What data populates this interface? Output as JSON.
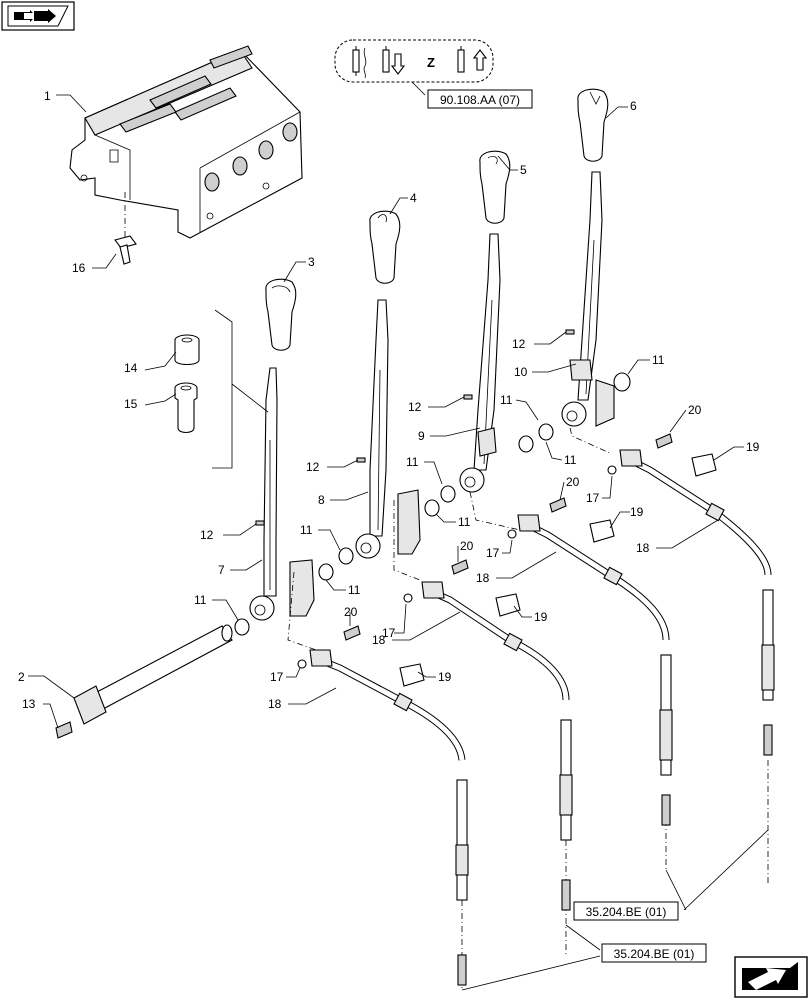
{
  "nav": {
    "top_icon": "back-book-icon",
    "bottom_icon": "next-page-arrow-icon"
  },
  "legend": {
    "letter": "Z",
    "icons": [
      "hydraulic-cylinder-icon",
      "cylinder-retract-icon",
      "cylinder-extend-icon"
    ]
  },
  "references": {
    "top": "90.108.AA (07)",
    "bottom_right": "35.204.BE (01)",
    "bottom_left": "35.204.BE (01)"
  },
  "callouts": {
    "c1": "1",
    "c2": "2",
    "c3": "3",
    "c4": "4",
    "c5": "5",
    "c6": "6",
    "c7": "7",
    "c8": "8",
    "c9": "9",
    "c10": "10",
    "c11a": "11",
    "c11b": "11",
    "c11c": "11",
    "c11d": "11",
    "c11e": "11",
    "c11f": "11",
    "c11g": "11",
    "c11h": "11",
    "c12a": "12",
    "c12b": "12",
    "c12c": "12",
    "c12d": "12",
    "c13": "13",
    "c14": "14",
    "c15": "15",
    "c16": "16",
    "c17a": "17",
    "c17b": "17",
    "c17c": "17",
    "c17d": "17",
    "c18a": "18",
    "c18b": "18",
    "c18c": "18",
    "c18d": "18",
    "c19a": "19",
    "c19b": "19",
    "c19c": "19",
    "c19d": "19",
    "c20a": "20",
    "c20b": "20",
    "c20c": "20",
    "c20d": "20"
  }
}
